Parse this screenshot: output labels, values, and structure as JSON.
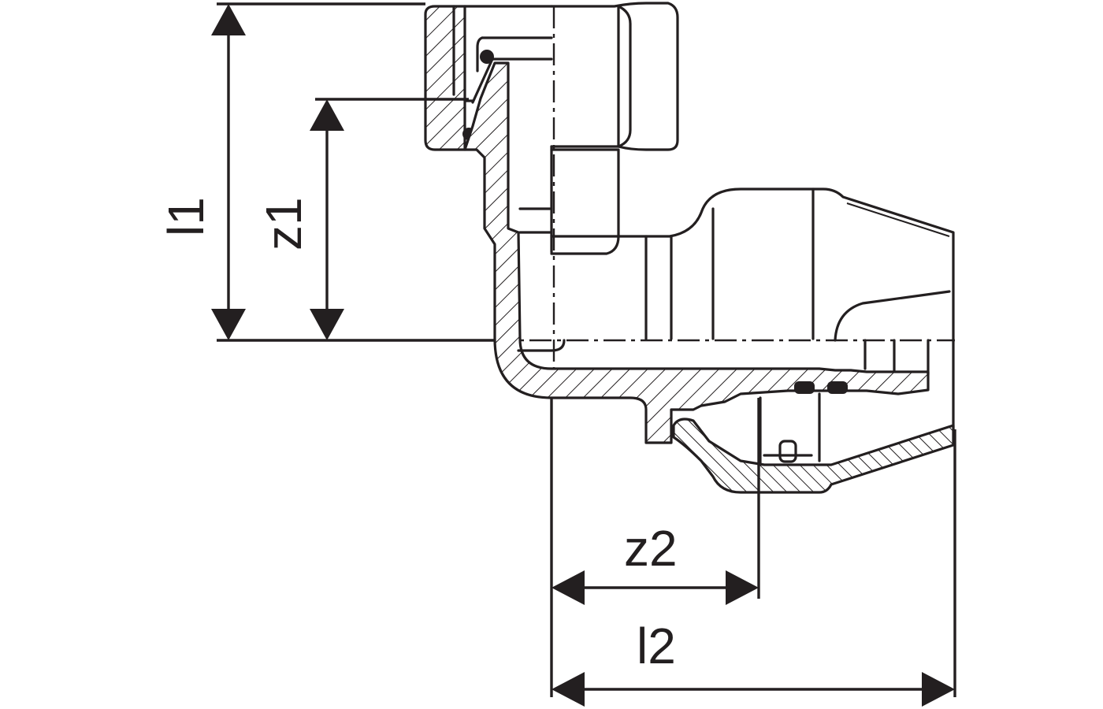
{
  "dimensions": {
    "l1": "l1",
    "z1": "z1",
    "z2": "z2",
    "l2": "l2"
  },
  "colors": {
    "ink": "#231f20",
    "background": "#ffffff"
  }
}
